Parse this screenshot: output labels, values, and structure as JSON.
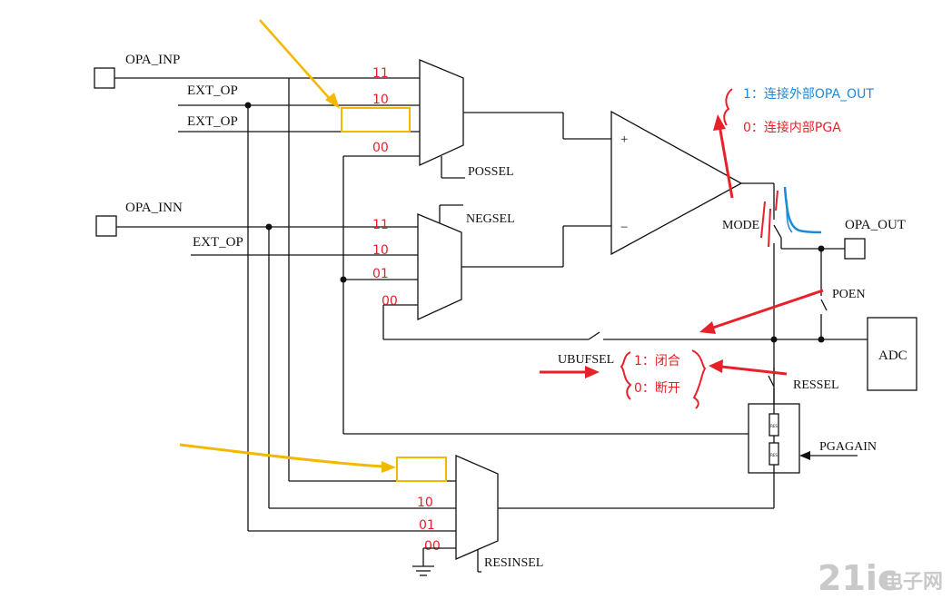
{
  "signals": {
    "opa_inp": "OPA_INP",
    "ext_op_1": "EXT_OP",
    "ext_op_2": "EXT_OP",
    "opa_inn": "OPA_INN",
    "ext_op_3": "EXT_OP",
    "possel": "POSSEL",
    "negsel": "NEGSEL",
    "mode": "MODE",
    "opa_out": "OPA_OUT",
    "poen": "POEN",
    "adc": "ADC",
    "ubufsel": "UBUFSEL",
    "ressel": "RESSEL",
    "pgagain": "PGAGAIN",
    "resinsel": "RESINSEL",
    "plus": "+",
    "minus": "−",
    "res_top": "RES",
    "res_bot": "RES"
  },
  "mux_codes": {
    "pos": [
      "11",
      "10",
      "00"
    ],
    "neg": [
      "11",
      "10",
      "01",
      "00"
    ],
    "res": [
      "10",
      "01",
      "00"
    ]
  },
  "annotations": {
    "mode_1": "1：连接外部OPA_OUT",
    "mode_0": "0：连接内部PGA",
    "switch_1": "1：闭合",
    "switch_0": "0：断开"
  },
  "watermark": {
    "brand": "21ic",
    "site": "电子网"
  },
  "colors": {
    "wire": "#111111",
    "annotation_red": "#e8202a",
    "annotation_blue": "#1b8ad8",
    "highlight_yellow": "#f5b800",
    "watermark": "#c9c9c9"
  }
}
